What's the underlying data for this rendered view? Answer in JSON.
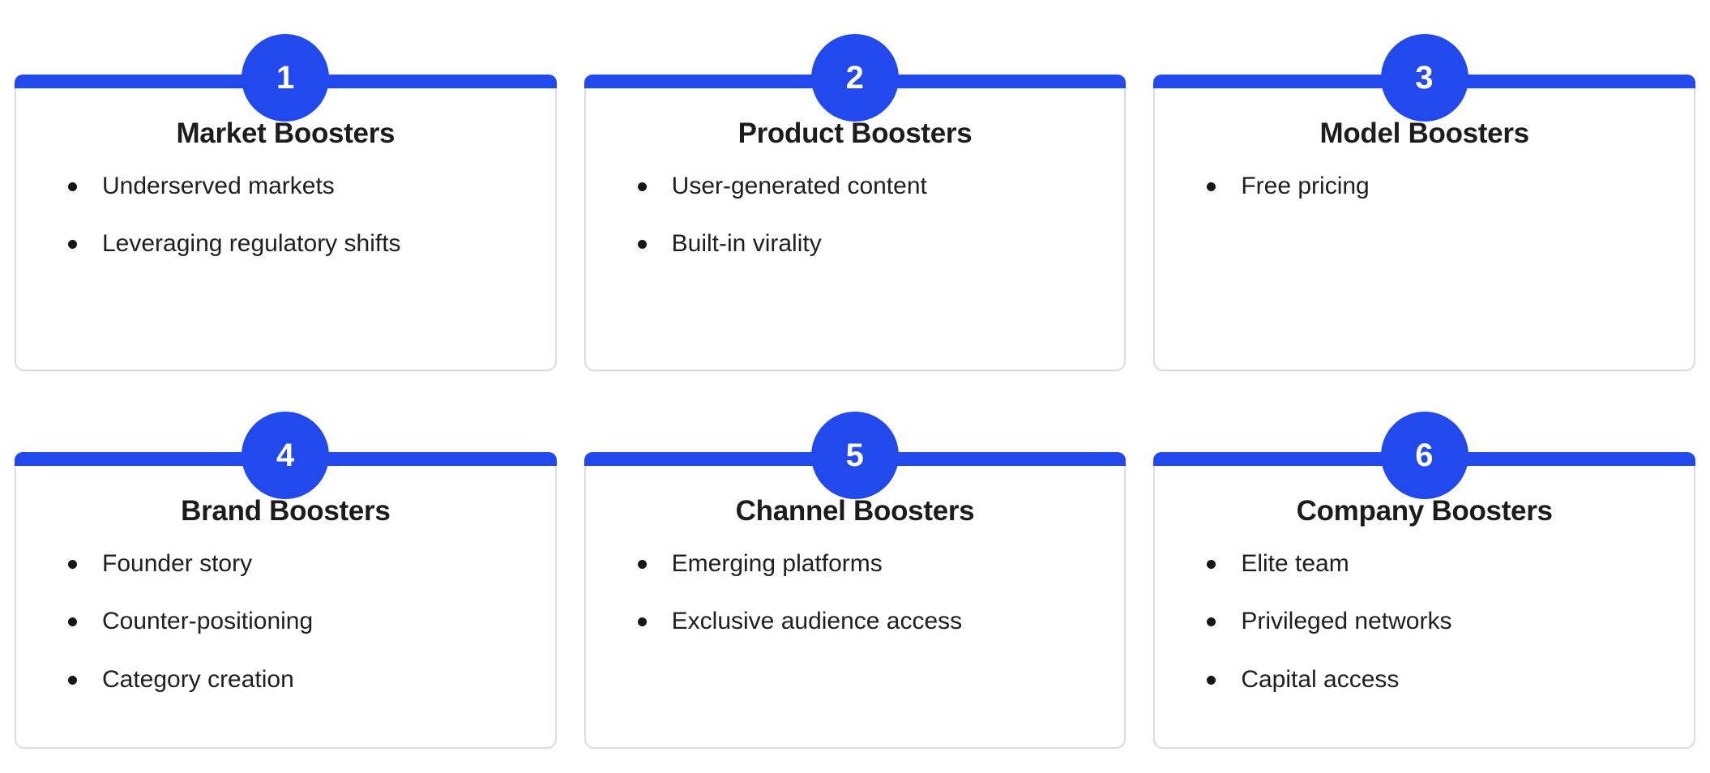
{
  "theme": {
    "accent_color": "#2249ed",
    "card_border_color": "#dddbdb",
    "title_color": "#1c1c1c",
    "text_color": "#1f1f1f",
    "background_color": "#ffffff",
    "badge_text_color": "#ffffff"
  },
  "cards": [
    {
      "number": "1",
      "title": "Market Boosters",
      "items": [
        "Underserved markets",
        "Leveraging regulatory shifts"
      ]
    },
    {
      "number": "2",
      "title": "Product Boosters",
      "items": [
        "User-generated content",
        "Built-in virality"
      ]
    },
    {
      "number": "3",
      "title": "Model Boosters",
      "items": [
        "Free pricing"
      ]
    },
    {
      "number": "4",
      "title": "Brand Boosters",
      "items": [
        "Founder story",
        "Counter-positioning",
        "Category creation"
      ]
    },
    {
      "number": "5",
      "title": "Channel Boosters",
      "items": [
        "Emerging platforms",
        "Exclusive audience access"
      ]
    },
    {
      "number": "6",
      "title": "Company Boosters",
      "items": [
        "Elite team",
        "Privileged networks",
        "Capital access"
      ]
    }
  ]
}
